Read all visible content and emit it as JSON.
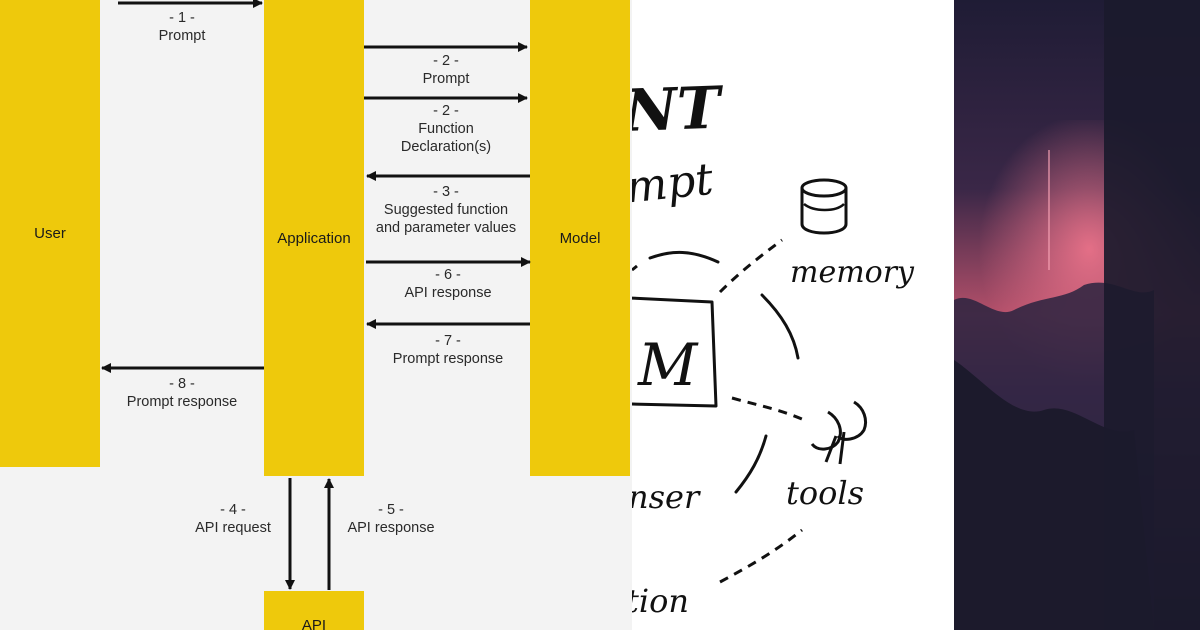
{
  "colors": {
    "block": "#eec90c",
    "background": "#f3f3f3",
    "arrow": "#111111"
  },
  "participants": {
    "user": "User",
    "application": "Application",
    "model": "Model",
    "api": "API"
  },
  "messages": [
    {
      "step": "- 1 -",
      "label": "Prompt"
    },
    {
      "step": "- 2 -",
      "label": "Prompt"
    },
    {
      "step": "- 2 -",
      "label": "Function\nDeclaration(s)"
    },
    {
      "step": "- 3 -",
      "label": "Suggested function\nand parameter values"
    },
    {
      "step": "- 6 -",
      "label": "API response"
    },
    {
      "step": "- 7 -",
      "label": "Prompt response"
    },
    {
      "step": "- 8 -",
      "label": "Prompt response"
    },
    {
      "step": "- 4 -",
      "label": "API request"
    },
    {
      "step": "- 5 -",
      "label": "API response"
    }
  ],
  "sketch": {
    "title_fragment": "NT",
    "prompt_fragment": "mpt",
    "llm_fragment": "M",
    "memory": "memory",
    "tools": "tools",
    "planner_fragment": "nser",
    "action_fragment": "tion",
    "icons": [
      "database-icon",
      "pliers-icon"
    ]
  },
  "artwork": {
    "icon": "abstract-landscape-image"
  }
}
